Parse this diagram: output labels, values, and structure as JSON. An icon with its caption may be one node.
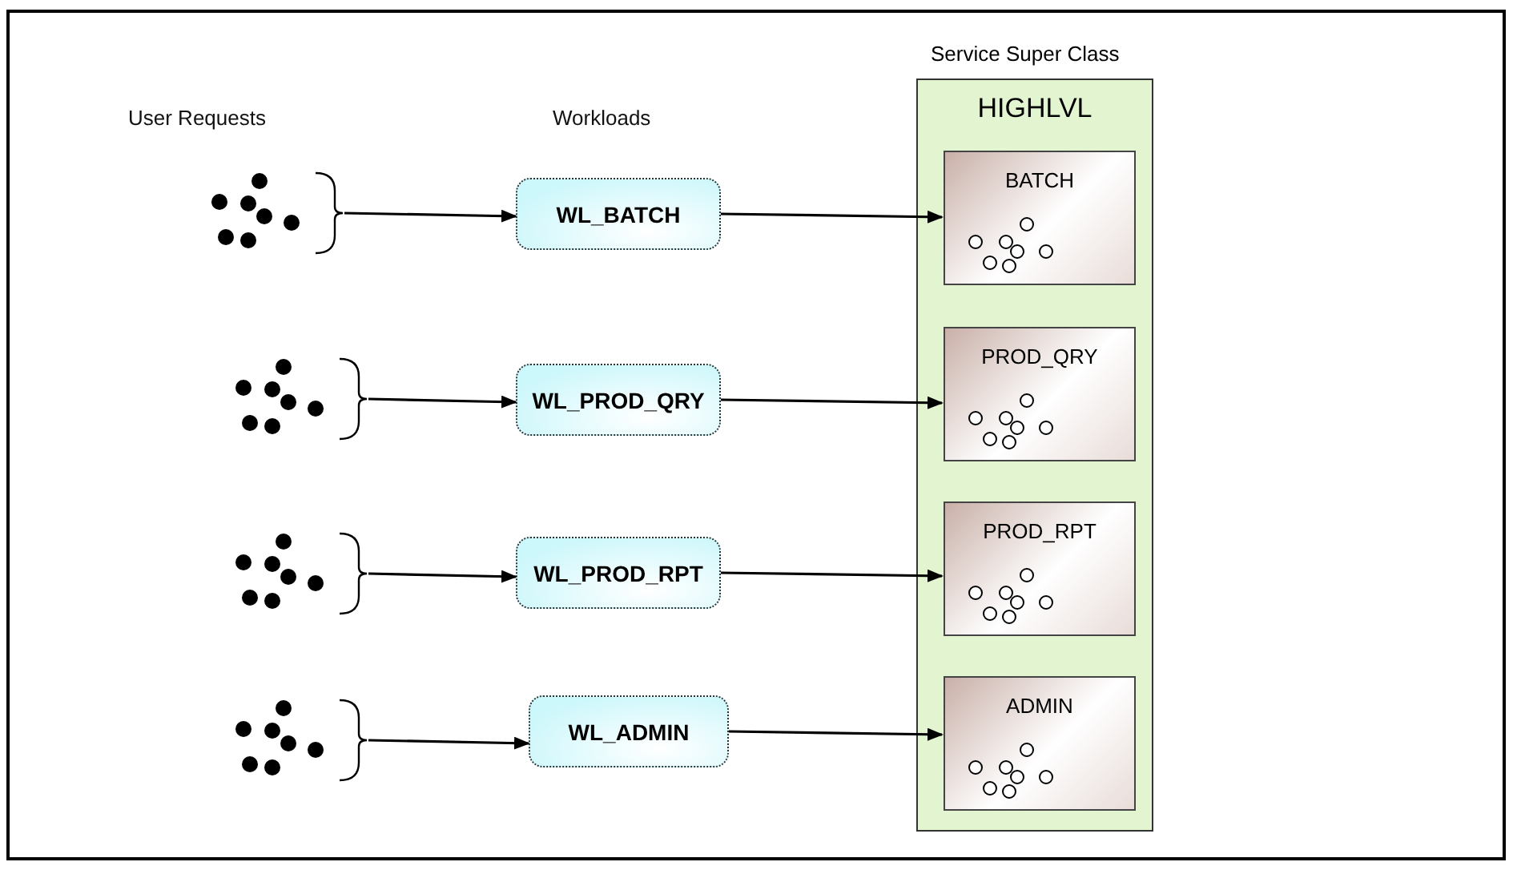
{
  "diagram": {
    "nodes": [
      {
        "text": [
          "Service Super Class",
          "HIGHLVL"
        ]
      },
      {
        "text": [],
        "shape": "picture"
      },
      {
        "text": [
          "WL_BATCH"
        ]
      },
      {
        "text": [
          "BATCH"
        ],
        "in": 0
      },
      {
        "text": [],
        "shape": "picture"
      },
      {
        "text": [
          "WL_PROD_QRY"
        ]
      },
      {
        "text": [
          "PROD_QRY"
        ],
        "in": 0
      },
      {
        "text": [],
        "shape": "picture"
      },
      {
        "text": [
          "WL_PROD_RPT"
        ]
      },
      {
        "text": [
          "PROD_RPT"
        ],
        "in": 0
      },
      {
        "text": [],
        "shape": "picture"
      },
      {
        "text": [
          "WL_ADMIN"
        ]
      },
      {
        "text": [
          "ADMIN"
        ],
        "in": 0
      }
    ],
    "edges": [
      {
        "from": 1,
        "to": 2,
        "arrow": "to"
      },
      {
        "from": 2,
        "to": 3,
        "arrow": "to"
      },
      {
        "from": 4,
        "to": 5,
        "arrow": "to"
      },
      {
        "from": 5,
        "to": 6,
        "arrow": "to"
      },
      {
        "from": 7,
        "to": 8,
        "arrow": "to"
      },
      {
        "from": 8,
        "to": 9,
        "arrow": "to"
      },
      {
        "from": 10,
        "to": 11,
        "arrow": "to"
      },
      {
        "from": 11,
        "to": 12,
        "arrow": "to"
      }
    ],
    "labels": [
      "User Requests",
      "Workloads"
    ]
  }
}
